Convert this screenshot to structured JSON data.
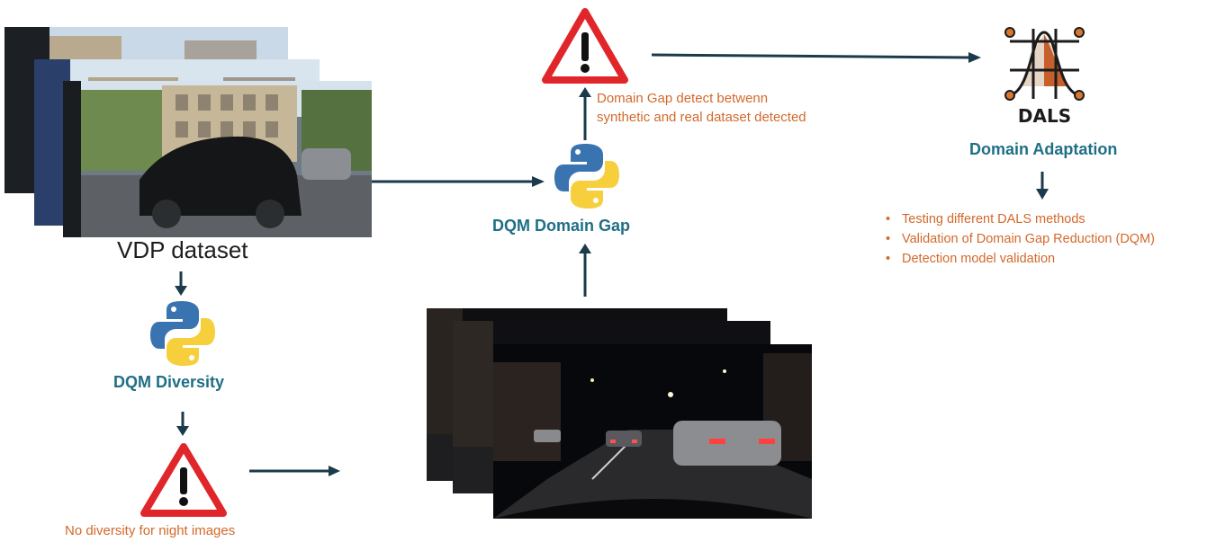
{
  "vdp": {
    "label": "VDP dataset"
  },
  "dqm_diversity": {
    "label": "DQM Diversity",
    "warning": "No diversity for night images"
  },
  "dqm_domain_gap": {
    "label": "DQM Domain Gap",
    "warning_lines": [
      "Domain Gap detect betwenn",
      "synthetic and real dataset detected"
    ]
  },
  "dals": {
    "logo_text": "DALS",
    "label": "Domain Adaptation",
    "bullets": [
      "Testing different DALS methods",
      "Validation of Domain Gap Reduction (DQM)",
      "Detection model validation"
    ]
  },
  "colors": {
    "teal": "#1f6f86",
    "orange": "#d2692b",
    "arrow": "#1b3a4b",
    "warning_red": "#e0262a",
    "python_blue": "#3a74b0",
    "python_yellow": "#f7cf3d"
  },
  "icons": [
    "python-logo-icon",
    "warning-triangle-icon",
    "dals-logo-icon"
  ]
}
